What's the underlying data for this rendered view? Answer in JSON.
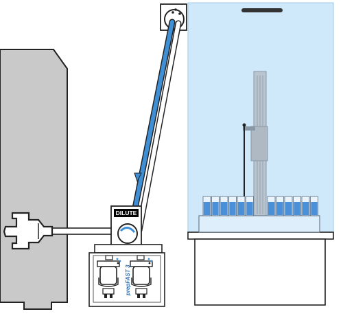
{
  "diagram": {
    "labels": {
      "dilute": "DILUTE",
      "product": "prepFAST 3"
    },
    "components": {
      "instrument": "instrument-body",
      "nebulizer": "nebulizer-icon",
      "dilute_valve": "rotary-valve-icon",
      "top_valve": "rotary-valve-icon",
      "syringe_pumps": "syringe-pump-icon",
      "autosampler_enclosure": "autosampler-enclosure",
      "probe_arm": "probe-arm",
      "sample_rack": "vial-rack"
    },
    "flow_direction": "down",
    "vial_counts": {
      "left_group": 6,
      "right_group": 6
    },
    "colors": {
      "instrument_fill": "#c9c9c9",
      "enclosure_fill": "#cfe8fa",
      "liquid_blue": "#3f8fd6",
      "vial_blue": "#4a90d9",
      "outline": "#222222",
      "label_bg": "#000000",
      "label_text": "#ffffff",
      "product_text": "#2b6cb0"
    }
  }
}
